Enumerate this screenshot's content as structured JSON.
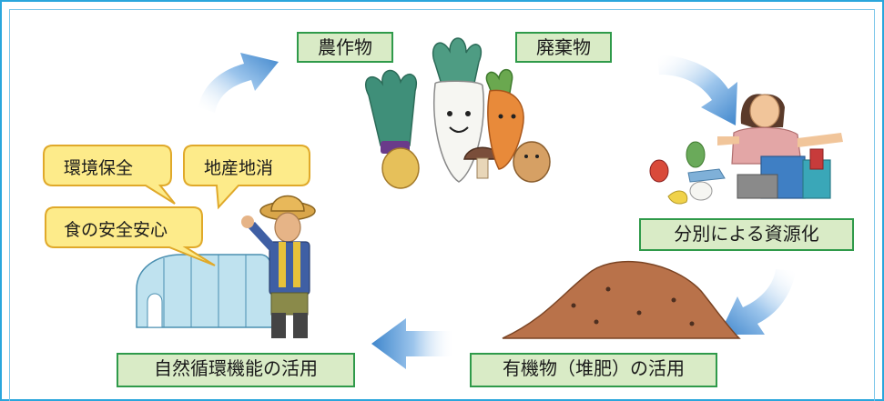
{
  "cycle_labels": {
    "crops": "農作物",
    "waste": "廃棄物",
    "sorting": "分別による資源化",
    "organic": "有機物（堆肥）の活用",
    "natural": "自然循環機能の活用"
  },
  "bubbles": {
    "environment": "環境保全",
    "local": "地産地消",
    "food_safety": "食の安全安心"
  },
  "colors": {
    "frame": "#2aa6dc",
    "label_fill": "#d9ebc6",
    "label_border": "#2f9a4a",
    "bubble_fill": "#fdeb8a",
    "bubble_border": "#e0a92a",
    "arrow": "#4a8fd0"
  }
}
